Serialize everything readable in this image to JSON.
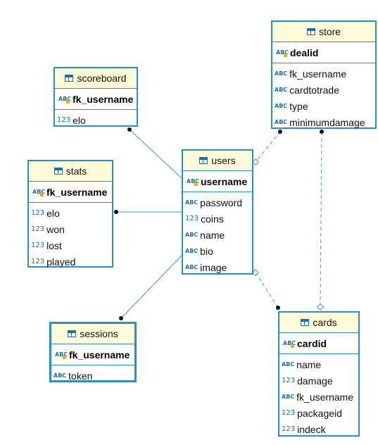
{
  "entities": {
    "scoreboard": {
      "title": "scoreboard",
      "pk": "fk_username",
      "attrs": [
        {
          "type": "123",
          "name": "elo"
        }
      ]
    },
    "stats": {
      "title": "stats",
      "pk": "fk_username",
      "attrs": [
        {
          "type": "123",
          "name": "elo"
        },
        {
          "type": "123",
          "name": "won"
        },
        {
          "type": "123",
          "name": "lost"
        },
        {
          "type": "123",
          "name": "played"
        }
      ]
    },
    "users": {
      "title": "users",
      "pk": "username",
      "attrs": [
        {
          "type": "ABC",
          "name": "password"
        },
        {
          "type": "123",
          "name": "coins"
        },
        {
          "type": "ABC",
          "name": "name"
        },
        {
          "type": "ABC",
          "name": "bio"
        },
        {
          "type": "ABC",
          "name": "image"
        }
      ]
    },
    "store": {
      "title": "store",
      "pk": "dealid",
      "attrs": [
        {
          "type": "ABC",
          "name": "fk_username"
        },
        {
          "type": "ABC",
          "name": "cardtotrade"
        },
        {
          "type": "ABC",
          "name": "type"
        },
        {
          "type": "ABC",
          "name": "minimumdamage"
        }
      ]
    },
    "sessions": {
      "title": "sessions",
      "pk": "fk_username",
      "attrs": [
        {
          "type": "ABC",
          "name": "token"
        }
      ]
    },
    "cards": {
      "title": "cards",
      "pk": "cardid",
      "attrs": [
        {
          "type": "ABC",
          "name": "name"
        },
        {
          "type": "123",
          "name": "damage"
        },
        {
          "type": "ABC",
          "name": "fk_username"
        },
        {
          "type": "123",
          "name": "packageid"
        },
        {
          "type": "123",
          "name": "indeck"
        }
      ]
    }
  },
  "pk_icon": "ABC",
  "colors": {
    "border": "#2c8fc4",
    "header": "#fdfbd8",
    "line": "#3a9bd0"
  }
}
